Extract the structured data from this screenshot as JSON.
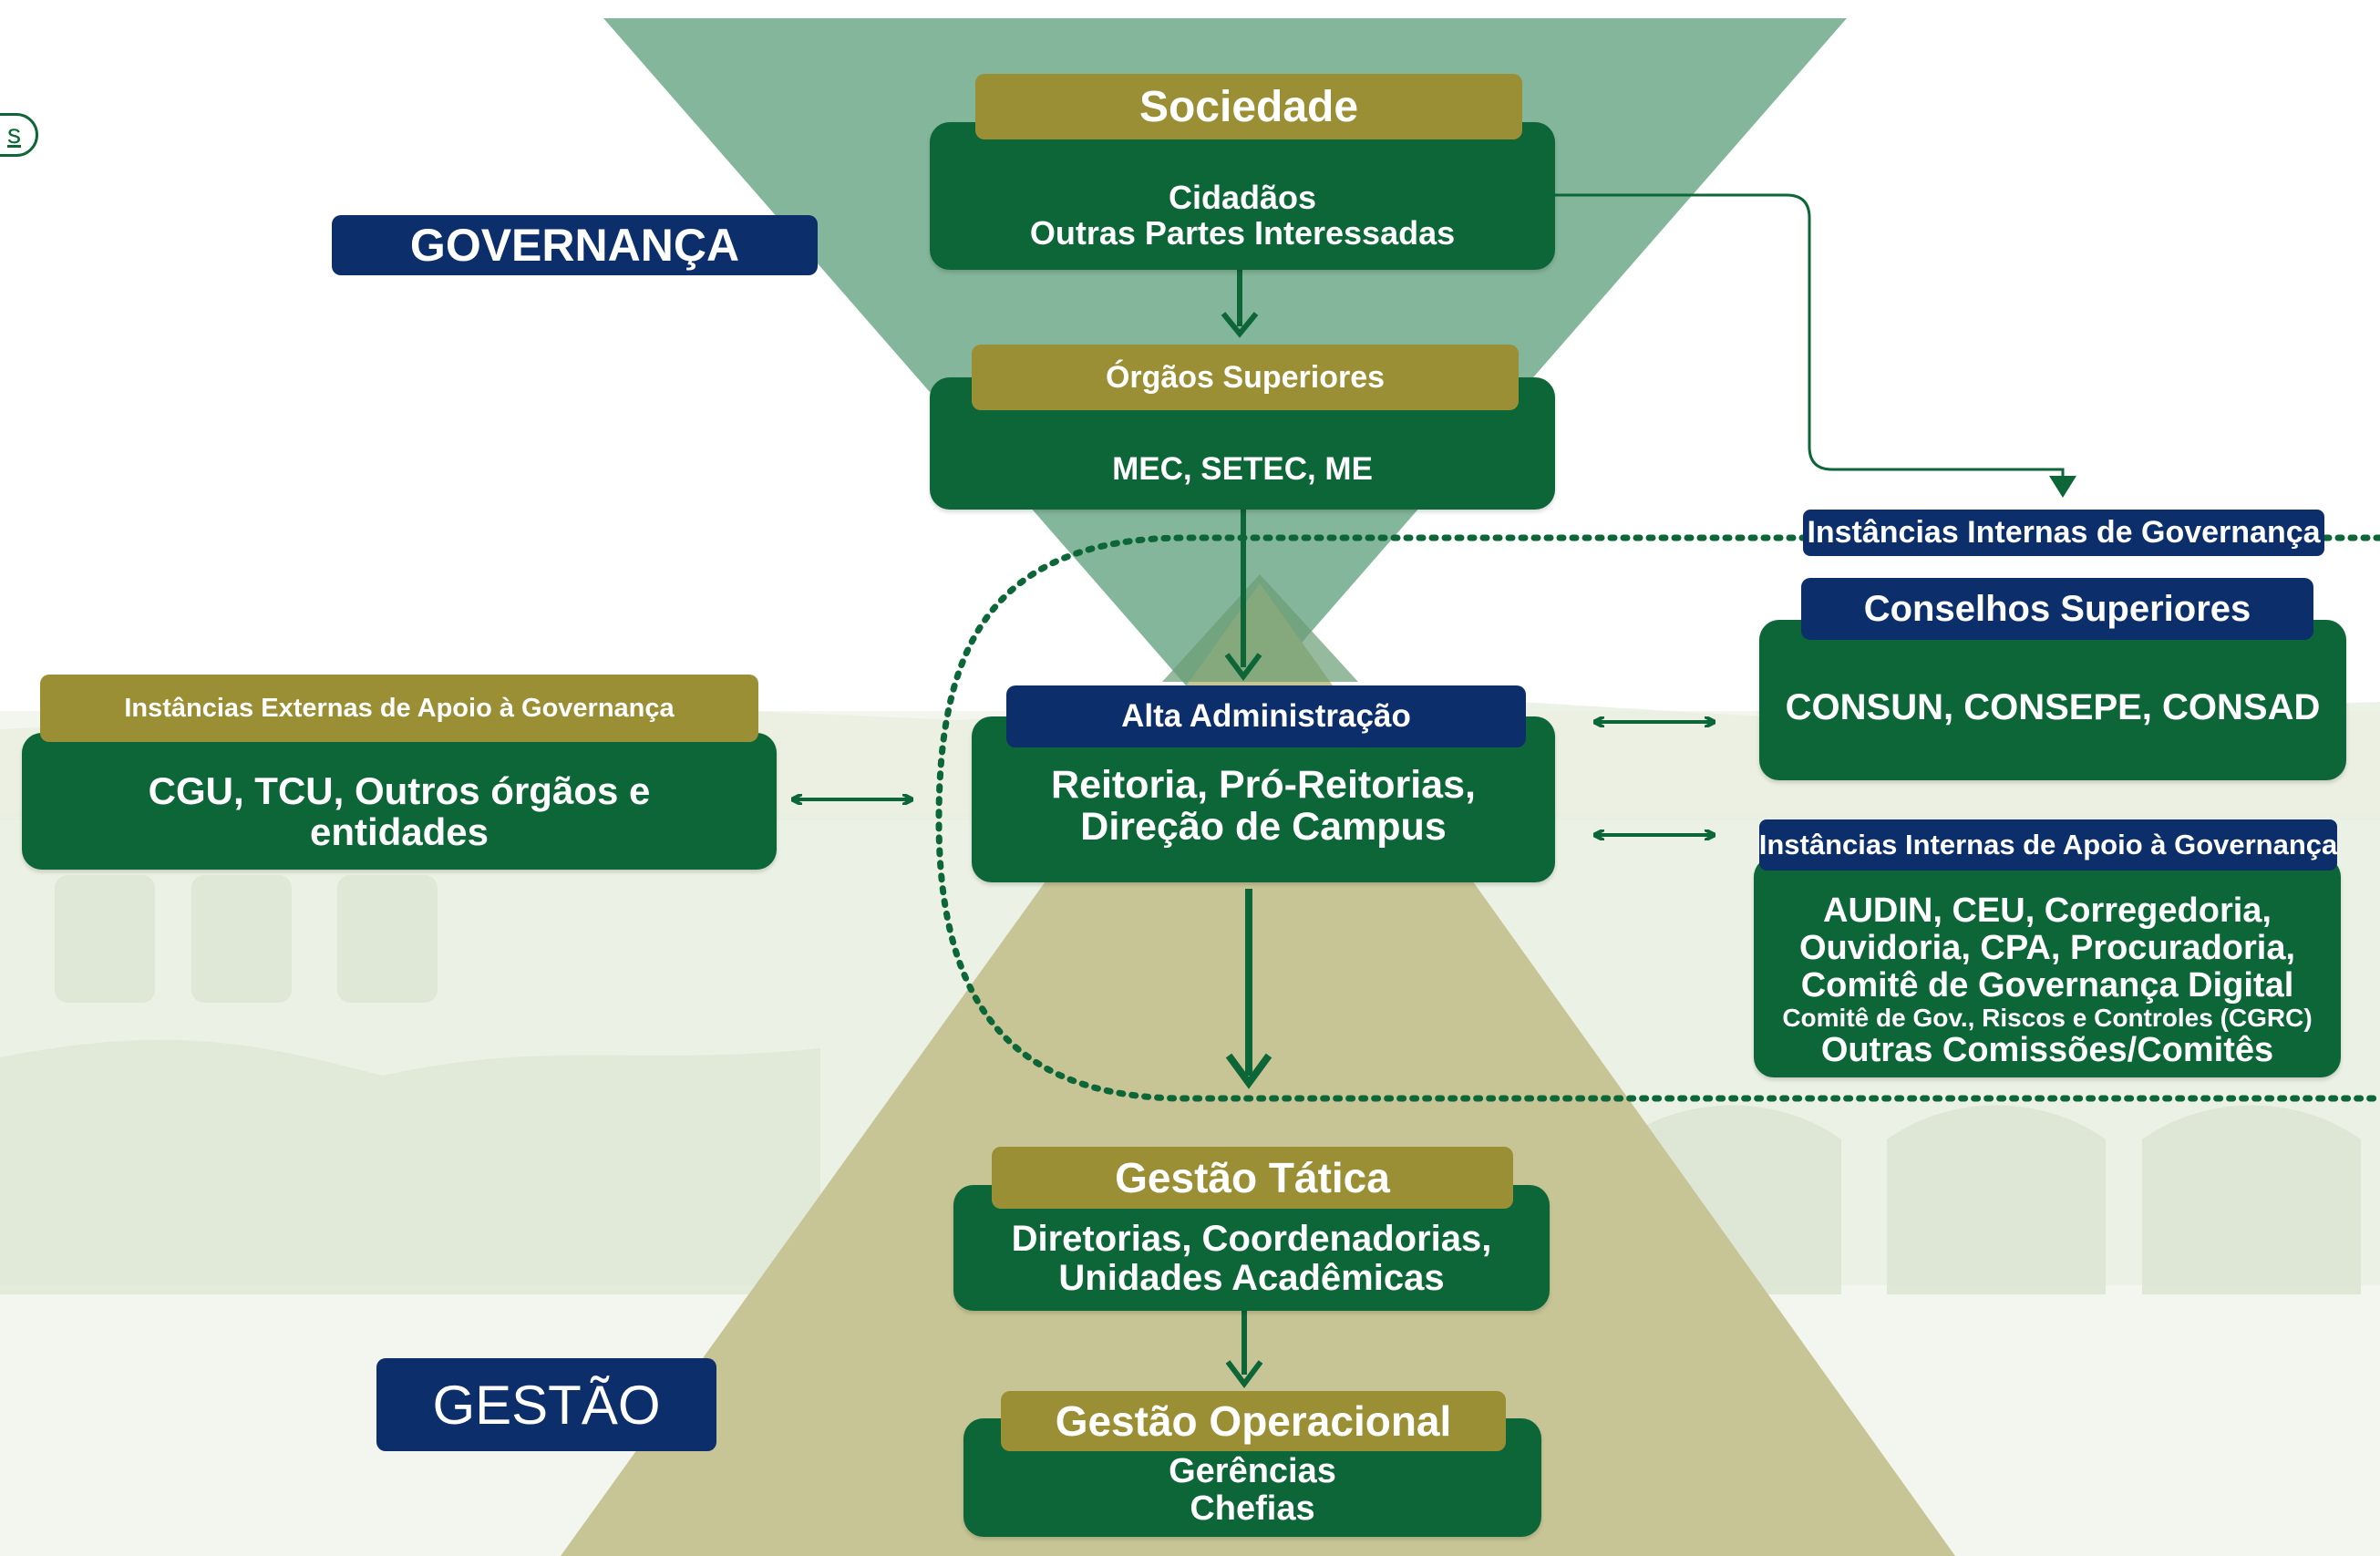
{
  "corner_link": {
    "label": "s"
  },
  "labels": {
    "governanca": "GOVERNANÇA",
    "gestao": "GESTÃO"
  },
  "sociedade": {
    "title": "Sociedade",
    "lines": [
      "Cidadãos",
      "Outras Partes Interessadas"
    ]
  },
  "orgaos_superiores": {
    "title": "Órgãos Superiores",
    "body": "MEC, SETEC, ME"
  },
  "alta_administracao": {
    "title": "Alta Administração",
    "lines": [
      "Reitoria, Pró-Reitorias,",
      "Direção de Campus"
    ]
  },
  "instancias_externas": {
    "title": "Instâncias Externas de Apoio à Governança",
    "lines": [
      "CGU, TCU, Outros órgãos e",
      "entidades"
    ]
  },
  "instancias_internas": {
    "title": "Instâncias Internas de Governança"
  },
  "conselhos_superiores": {
    "title": "Conselhos Superiores",
    "body": "CONSUN, CONSEPE, CONSAD"
  },
  "apoio_interno": {
    "title": "Instâncias Internas de Apoio à Governança",
    "lines": [
      "AUDIN, CEU, Corregedoria,",
      "Ouvidoria, CPA, Procuradoria,",
      "Comitê de Governança Digital",
      "Comitê de Gov., Riscos e Controles (CGRC)",
      "Outras Comissões/Comitês"
    ]
  },
  "gestao_tatica": {
    "title": "Gestão Tática",
    "lines": [
      "Diretorias, Coordenadorias,",
      "Unidades Acadêmicas"
    ]
  },
  "gestao_operacional": {
    "title": "Gestão Operacional",
    "lines": [
      "Gerências",
      "Chefias"
    ]
  },
  "colors": {
    "dark_green": "#0d6637",
    "olive": "#9a8f35",
    "navy": "#0c2f6c",
    "funnel_green": "#84b69b",
    "pyramid_olive": "#c7c595",
    "background_tint": "#e8efe0"
  }
}
